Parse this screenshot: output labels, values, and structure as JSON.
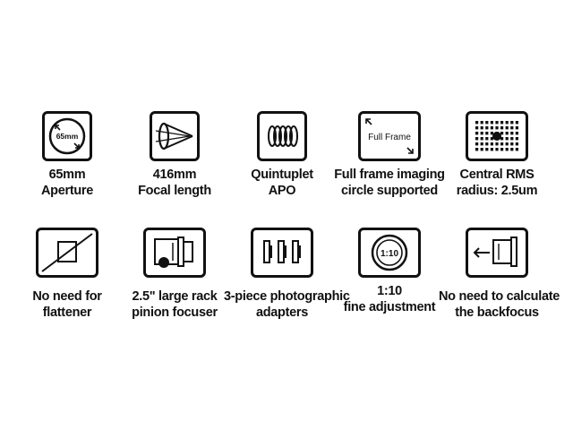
{
  "colors": {
    "ink": "#111111",
    "background": "#ffffff"
  },
  "features": [
    {
      "icon": "aperture-icon",
      "icon_text": "65mm",
      "lines": [
        "65mm",
        "Aperture"
      ]
    },
    {
      "icon": "focal-length-icon",
      "lines": [
        "416mm",
        "Focal length"
      ]
    },
    {
      "icon": "lens-elements-icon",
      "lines": [
        "Quintuplet",
        "APO"
      ]
    },
    {
      "icon": "full-frame-icon",
      "icon_text": "Full Frame",
      "lines": [
        "Full frame imaging",
        "circle supported"
      ]
    },
    {
      "icon": "rms-grid-icon",
      "lines": [
        "Central RMS",
        "radius: 2.5um"
      ]
    },
    {
      "icon": "no-flattener-icon",
      "lines": [
        "No need for",
        "flattener"
      ]
    },
    {
      "icon": "rack-pinion-focuser-icon",
      "lines": [
        "2.5\" large rack",
        "pinion focuser"
      ]
    },
    {
      "icon": "photographic-adapters-icon",
      "lines": [
        "3-piece photographic",
        "adapters"
      ]
    },
    {
      "icon": "fine-adjustment-icon",
      "icon_text": "1:10",
      "lines": [
        "1:10",
        "fine adjustment"
      ]
    },
    {
      "icon": "backfocus-icon",
      "lines": [
        "No need to calculate",
        "the backfocus"
      ]
    }
  ]
}
